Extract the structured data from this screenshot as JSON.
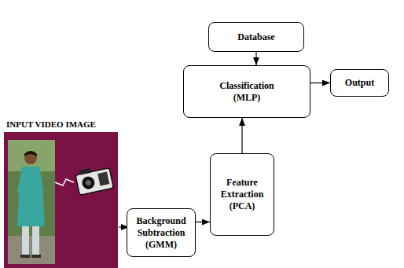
{
  "diagram": {
    "nodes": [
      {
        "text": [
          "Database"
        ]
      },
      {
        "text": [
          "Classification (MLP)"
        ]
      },
      {
        "text": [
          "Output"
        ]
      },
      {
        "text": [
          "Background Subtraction (GMM)"
        ]
      },
      {
        "text": [
          "Feature Extraction (PCA)"
        ]
      }
    ],
    "edges": [
      {
        "from": 0,
        "to": 1,
        "arrow": "to"
      },
      {
        "from": 1,
        "to": 2,
        "arrow": "to"
      },
      {
        "from": 3,
        "to": 4,
        "arrow": "to"
      },
      {
        "from": 4,
        "to": 1,
        "arrow": "to"
      }
    ],
    "labels": [
      "INPUT VIDEO IMAGE"
    ]
  }
}
